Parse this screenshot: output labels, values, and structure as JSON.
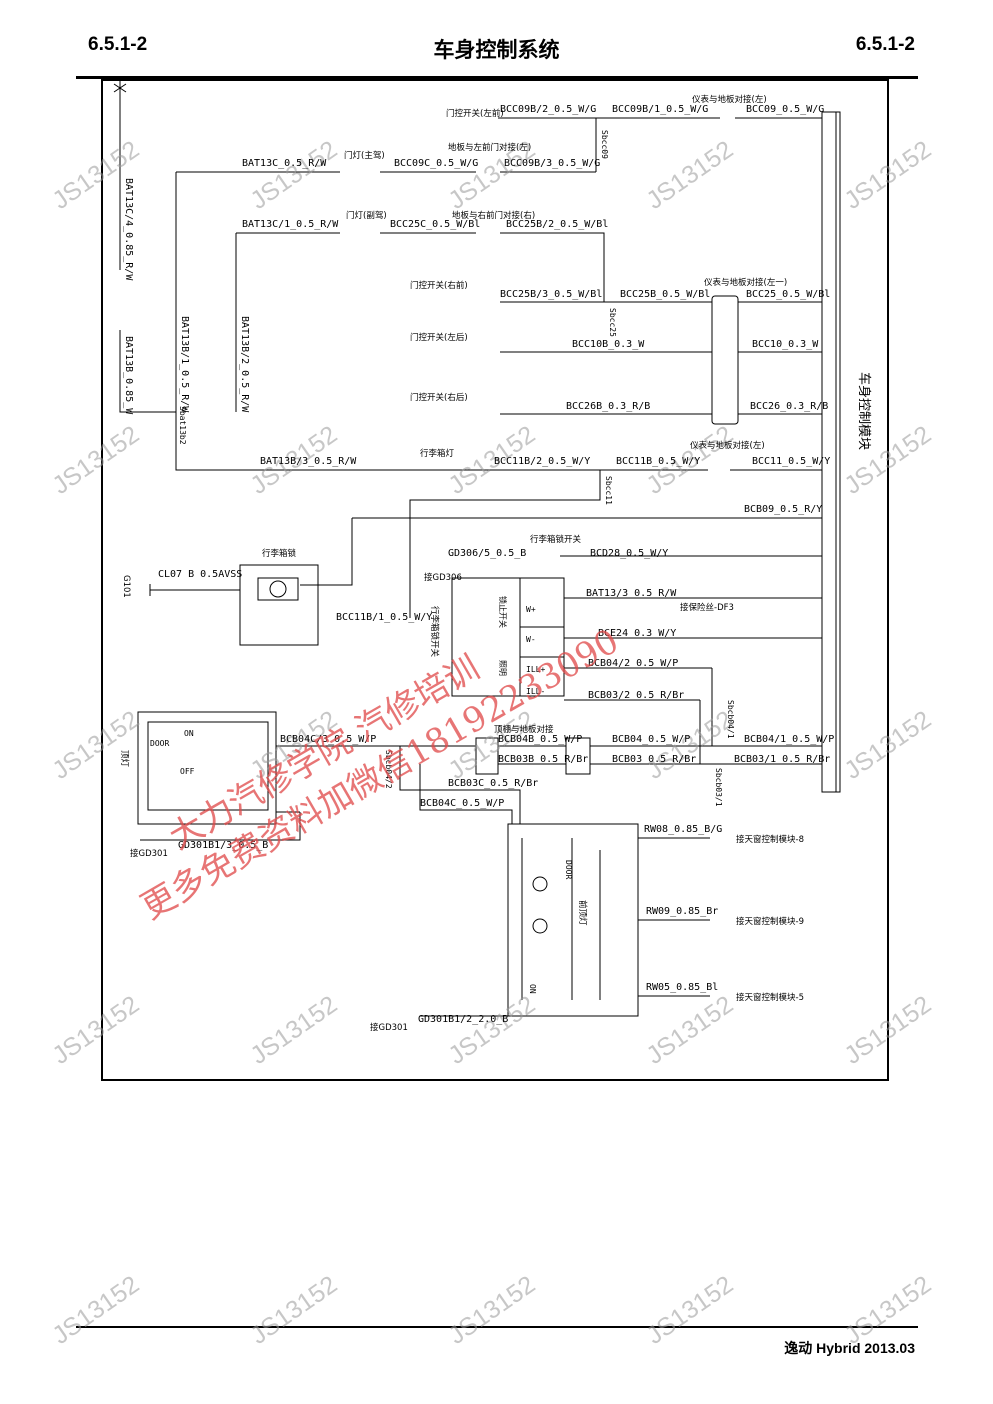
{
  "header": {
    "left": "6.5.1-2",
    "center": "车身控制系统",
    "right": "6.5.1-2"
  },
  "footer": {
    "text": "逸动 Hybrid 2013.03"
  },
  "watermark": {
    "text": "JS13152"
  },
  "stamp": {
    "line1": "大力汽修学院 汽修培训",
    "line2": "更多免费资料加微信18192233090"
  },
  "wires": {
    "bat13c4": "BAT13C/4_0.85_R/W",
    "bat13b": "BAT13B_0.85_W",
    "bat13c": "BAT13C_0.5_R/W",
    "bat13c1": "BAT13C/1_0.5_R/W",
    "bat13b1": "BAT13B/1_0.5_R/W",
    "bat13b2": "BAT13B/2_0.5_R/W",
    "bat13b3": "BAT13B/3_0.5_R/W",
    "bat13_3": "BAT13/3_0.5_R/W",
    "bcc09b2": "BCC09B/2_0.5_W/G",
    "bcc09b1": "BCC09B/1_0.5_W/G",
    "bcc09": "BCC09_0.5_W/G",
    "bcc09c": "BCC09C_0.5_W/G",
    "bcc09b3": "BCC09B/3_0.5_W/G",
    "bcc25c": "BCC25C_0.5_W/Bl",
    "bcc25b2": "BCC25B/2_0.5_W/Bl",
    "bcc25b3": "BCC25B/3_0.5_W/Bl",
    "bcc25b": "BCC25B_0.5_W/Bl",
    "bcc25": "BCC25_0.5_W/Bl",
    "bcc10b": "BCC10B_0.3_W",
    "bcc10": "BCC10_0.3_W",
    "bcc26b": "BCC26B_0.3_R/B",
    "bcc26": "BCC26_0.3_R/B",
    "bcc11b2": "BCC11B/2_0.5_W/Y",
    "bcc11b": "BCC11B_0.5_W/Y",
    "bcc11": "BCC11_0.5_W/Y",
    "bcc11b1": "BCC11B/1_0.5_W/Y",
    "bcb09": "BCB09_0.5_R/Y",
    "gd306": "GD306/5_0.5_B",
    "bcd28": "BCD28_0.5_W/Y",
    "bce24": "BCE24_0.3_W/Y",
    "bcb042": "BCB04/2_0.5_W/P",
    "bcb032": "BCB03/2_0.5_R/Br",
    "bcb043": "BCB04C/3_0.5_W/P",
    "bcb04b": "BCB04B_0.5_W/P",
    "bcb04": "BCB04_0.5_W/P",
    "bcb041": "BCB04/1_0.5_W/P",
    "bcb03b": "BCB03B_0.5_R/Br",
    "bcb03": "BCB03_0.5_R/Br",
    "bcb031": "BCB03/1_0.5_R/Br",
    "bcb03c": "BCB03C_0.5_R/Br",
    "bcb04c": "BCB04C_0.5_W/P",
    "cl07": "CL07 B 0.5AVSS",
    "gd301b13": "GD301B1/3_0.5_B",
    "gd301b12": "GD301B1/2_2.0_B",
    "rw08": "RW08_0.85_B/G",
    "rw09": "RW09_0.85_Br",
    "rw05": "RW05_0.85_Bl"
  },
  "labels": {
    "bcm": "车身控制模块",
    "instr_conn": "仪表与地板对接(左)",
    "instr_conn2": "仪表与地板对接(左)",
    "door_sw_lf": "门控开关(左前)",
    "door_sw_lr": "门控开关(左后)",
    "door_sw_rf": "门控开关(右前)",
    "door_sw_rr": "门控开关(右后)",
    "floor_door_lf": "地板与左前门对接(左)",
    "floor_door_rf": "地板与右前门对接(右)",
    "door_lamp_main": "门灯(主驾)",
    "door_lamp_pass": "门灯(副驾)",
    "body_floor_conn": "仪表与地板对接(左一)",
    "trunk_lamp": "行李箱灯",
    "trunk_motor": "行李箱锁",
    "trunk_switch": "行李箱锁开关",
    "lock_switch": "行李箱锁开关",
    "reading_lamp": "顶灯",
    "roof_conn": "顶棚与地板对接",
    "ceiling_lamp": "前顶灯",
    "g101": "G101",
    "gd306": "接GD306",
    "gd301a": "接GD301",
    "gd301b": "接GD301",
    "df3": "接保险丝-DF3",
    "roof_8": "接天窗控制模块-8",
    "roof_9": "接天窗控制模块-9",
    "roof_5": "接天窗控制模块-5",
    "door": "DOOR",
    "on": "ON",
    "off": "OFF",
    "door2": "DOOR",
    "on2": "ON",
    "splice_bcc09": "Sbcc09",
    "splice_bcc25": "Sbcc25",
    "splice_bcc11": "Sbcc11",
    "splice_bat13b2": "Sbat13b2",
    "splice_bcb04": "Sbcb04/1",
    "splice_bcb03": "Sbcb03/1",
    "splice_bcb04_2": "Sbcb04/2",
    "w_plus": "W+",
    "w_minus": "W-",
    "ill_plus": "ILL+",
    "ill_minus": "ILL-",
    "lock_area": "锁止开关",
    "unlock_area": "照明"
  }
}
